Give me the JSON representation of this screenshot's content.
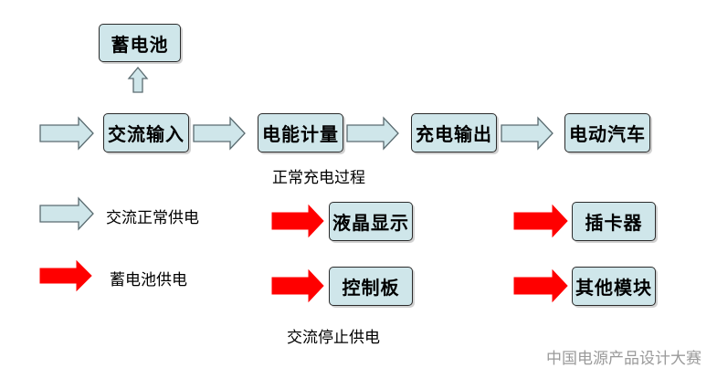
{
  "colors": {
    "box_fill": "#cfe6ea",
    "box_border": "#2b2b2b",
    "ac_arrow_fill": "#cfe6ea",
    "ac_arrow_stroke": "#5a6b70",
    "battery_arrow_fill": "#ff0000"
  },
  "flow": {
    "battery": "蓄电池",
    "ac_input": "交流输入",
    "energy_meter": "电能计量",
    "charge_output": "充电输出",
    "electric_car": "电动汽车",
    "caption": "正常充电过程"
  },
  "legend": {
    "ac_normal": "交流正常供电",
    "battery_supply": "蓄电池供电"
  },
  "battery_mode": {
    "lcd_display": "液晶显示",
    "card_slot": "插卡器",
    "control_board": "控制板",
    "other_modules": "其他模块",
    "caption": "交流停止供电"
  },
  "watermark": "中国电源产品设计大赛"
}
